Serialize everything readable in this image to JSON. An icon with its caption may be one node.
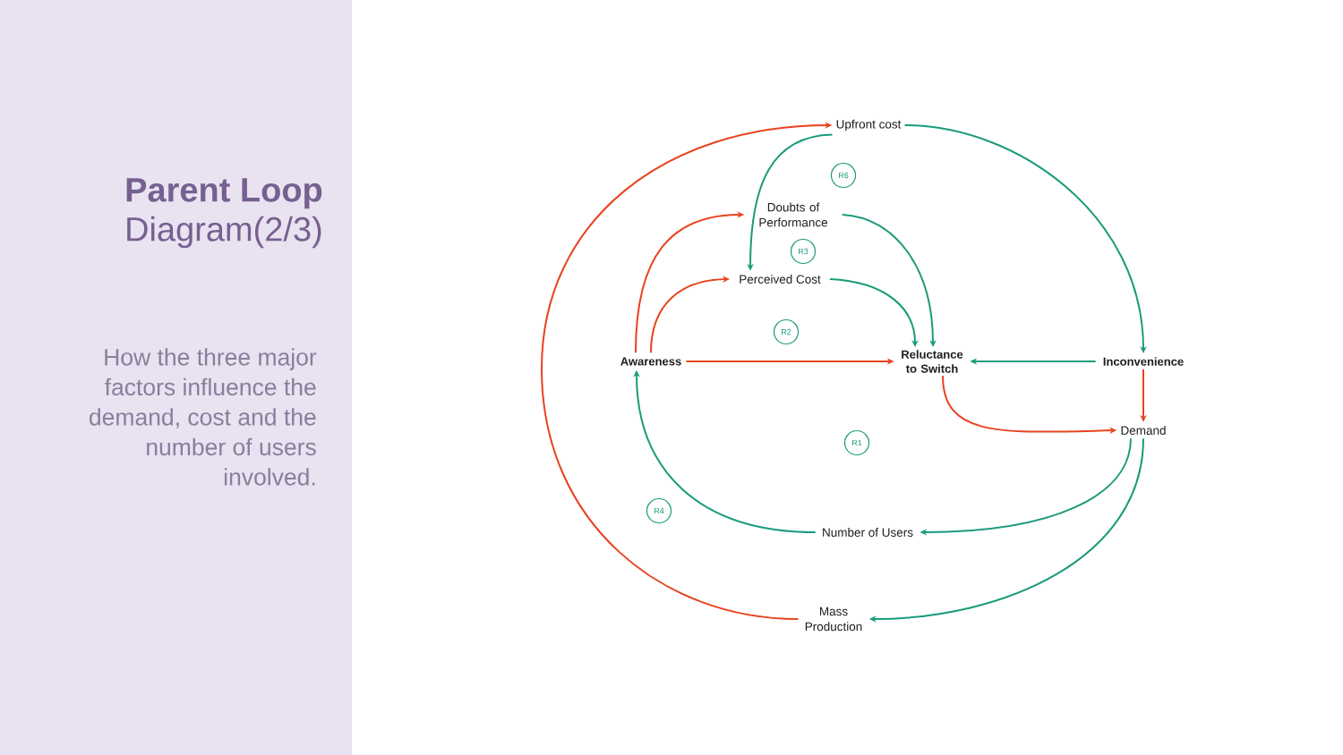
{
  "diagram": {
    "title": "**Parent Loop** Diagram(2/3)",
    "caption": "How the three major factors influence the demand, cost and the number of users involved.",
    "nodes": [
      {
        "text": [
          "Upfront cost"
        ]
      },
      {
        "text": [
          "R6"
        ]
      },
      {
        "text": [
          "Doubts of Performance"
        ]
      },
      {
        "text": [
          "R3"
        ]
      },
      {
        "text": [
          "Perceived Cost"
        ]
      },
      {
        "text": [
          "R2"
        ]
      },
      {
        "text": [
          "Awareness"
        ]
      },
      {
        "text": [
          "Reluctance to Switch"
        ]
      },
      {
        "text": [
          "Inconvenience"
        ]
      },
      {
        "text": [
          "Demand"
        ]
      },
      {
        "text": [
          "R1"
        ]
      },
      {
        "text": [
          "R4"
        ]
      },
      {
        "text": [
          "Number of Users"
        ]
      },
      {
        "text": [
          "Mass Production"
        ]
      }
    ],
    "edges": [
      {
        "from": 13,
        "to": 0,
        "arrow": "to",
        "color": "#e8431f"
      },
      {
        "from": 0,
        "to": 4,
        "arrow": "to"
      },
      {
        "from": 0,
        "to": 8,
        "arrow": "to"
      },
      {
        "from": 6,
        "to": 2,
        "arrow": "to",
        "color": "#e8431f"
      },
      {
        "from": 6,
        "to": 4,
        "arrow": "to",
        "color": "#e8431f"
      },
      {
        "from": 6,
        "to": 7,
        "arrow": "to",
        "color": "#e8431f"
      },
      {
        "from": 2,
        "to": 7,
        "arrow": "to"
      },
      {
        "from": 4,
        "to": 7,
        "arrow": "to"
      },
      {
        "from": 8,
        "to": 7,
        "arrow": "to"
      },
      {
        "from": 8,
        "to": 9,
        "arrow": "to",
        "color": "#e8431f"
      },
      {
        "from": 7,
        "to": 9,
        "arrow": "to",
        "color": "#e8431f"
      },
      {
        "from": 9,
        "to": 12,
        "arrow": "to"
      },
      {
        "from": 9,
        "to": 13,
        "arrow": "to"
      },
      {
        "from": 12,
        "to": 6,
        "arrow": "to"
      }
    ]
  }
}
